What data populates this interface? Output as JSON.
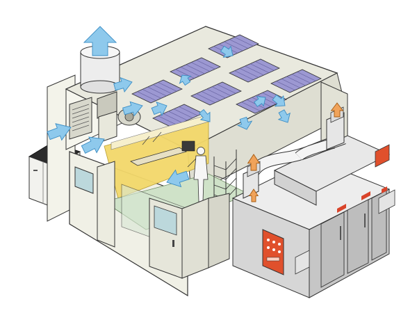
{
  "diagram": {
    "kind": "isometric cleanroom airflow illustration",
    "text_labels": [],
    "colors": {
      "background": "#ffffff",
      "airflow_arrow": "#8ec9ec",
      "airflow_arrow_edge": "#3b8dc4",
      "exhaust_arrow": "#f0a35a",
      "outline": "#222222",
      "wall_light": "#f4f4ea",
      "wall_mid": "#e4e4d8",
      "wall_dark": "#cfcfc2",
      "hepa_filter": "#9c98d2",
      "floor_green": "#cfe2c8",
      "enclosure_grey": "#d6d6d6",
      "enclosure_dark": "#b8b8b8",
      "control_panel": "#e0502c",
      "tinted_glass": "#bcd8dc",
      "yellow_zone": "#f3d86a"
    },
    "components": [
      "exhaust-stack",
      "air-handling-unit",
      "ceiling-hepa-filters",
      "cleanroom-walls",
      "pass-through-door",
      "operator-figure",
      "storage-rack",
      "process-enclosure",
      "control-panel",
      "exhaust-ducts",
      "workstation-cabinet"
    ],
    "airflow_arrows": {
      "supply": 14,
      "exhaust": 3
    }
  }
}
